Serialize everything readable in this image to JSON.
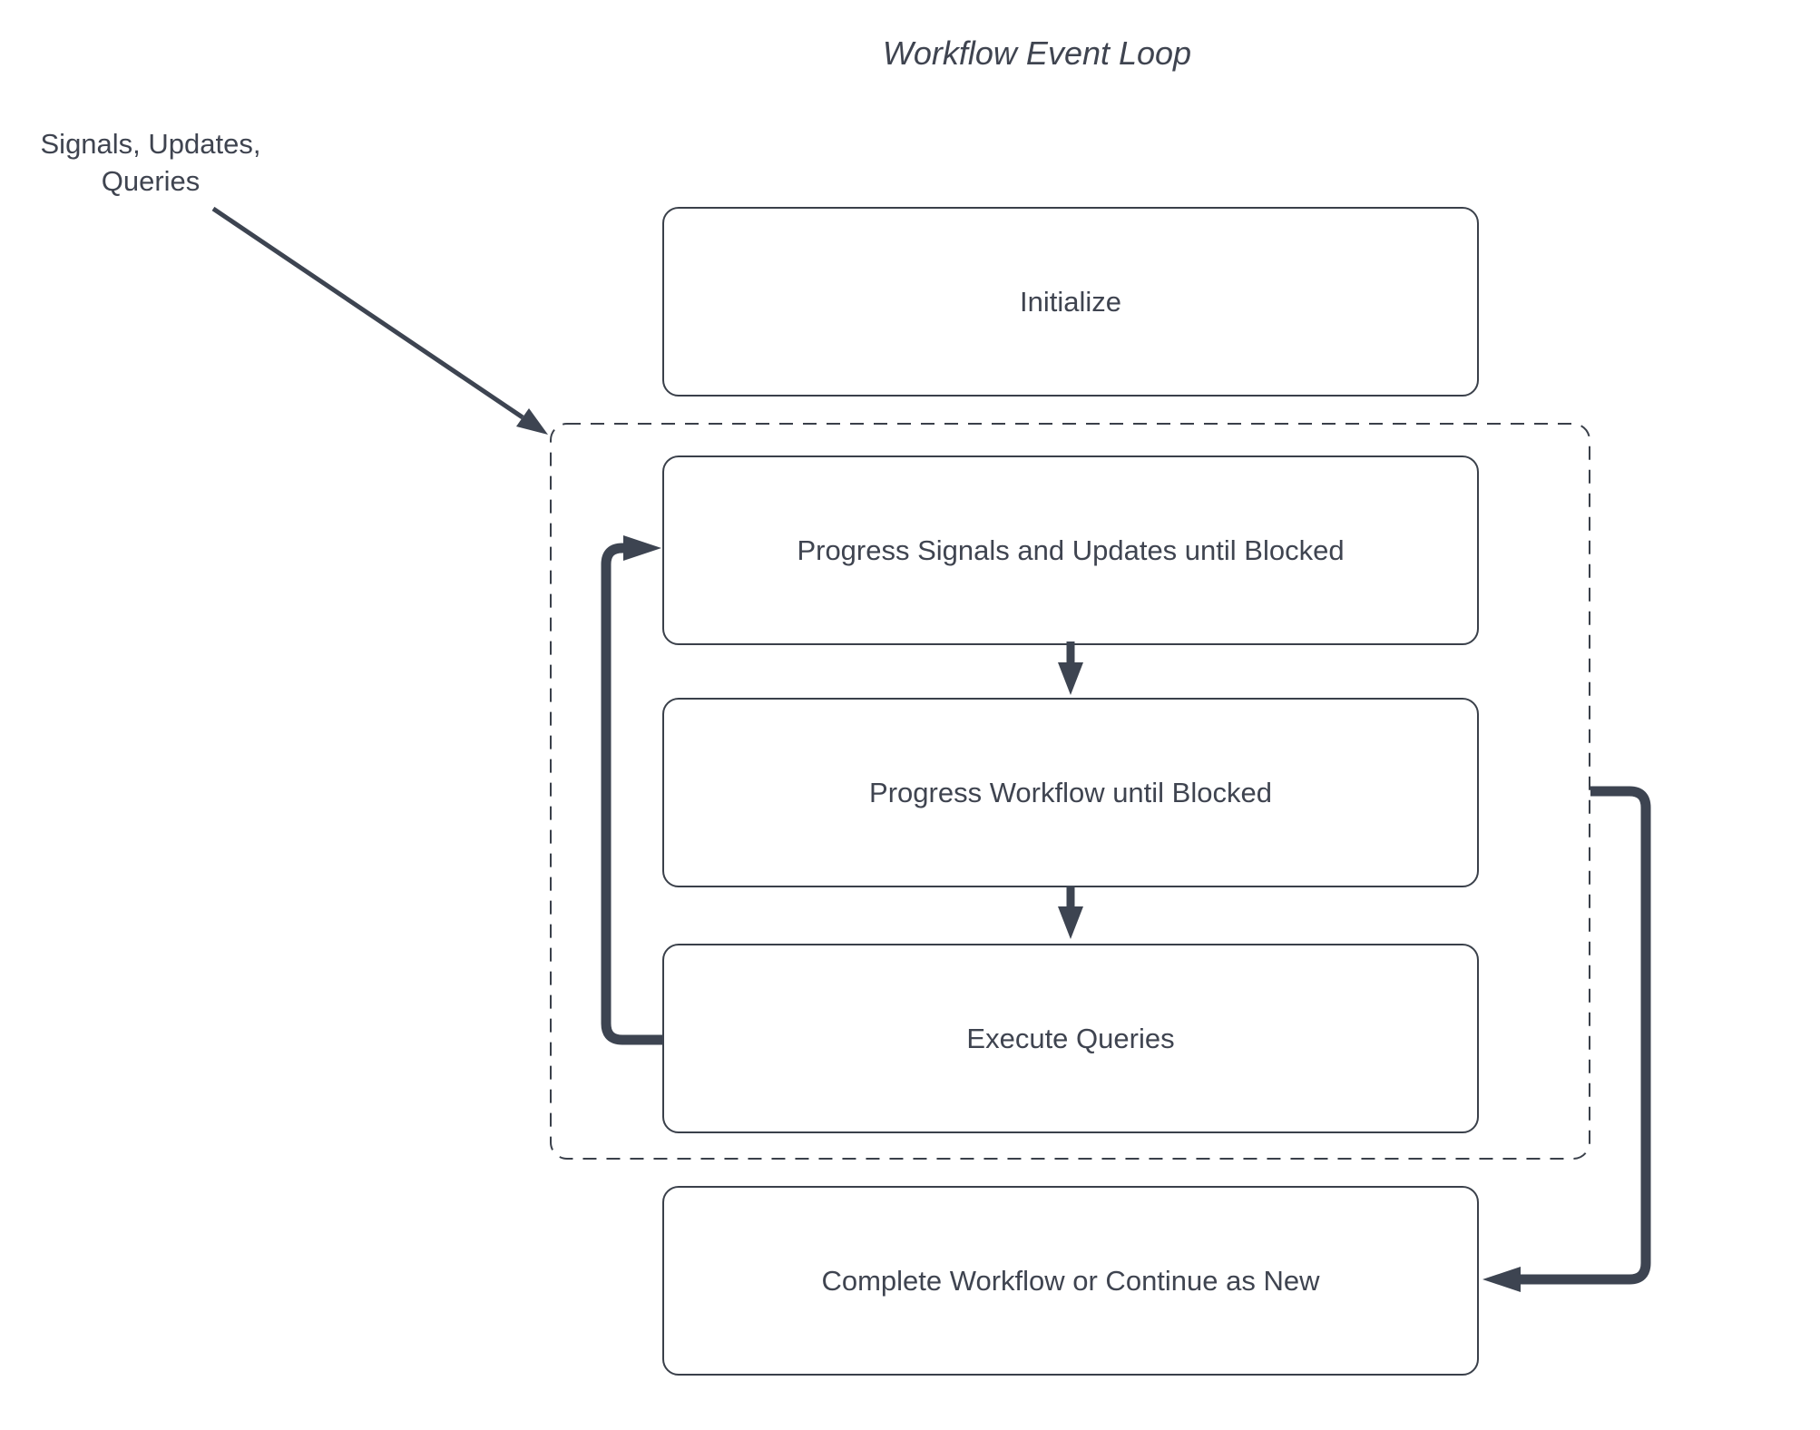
{
  "title": "Workflow Event Loop",
  "annotation": {
    "text": "Signals, Updates,\nQueries"
  },
  "nodes": [
    {
      "id": "initialize",
      "label": "Initialize"
    },
    {
      "id": "progress-signals-updates",
      "label": "Progress Signals and Updates until Blocked"
    },
    {
      "id": "progress-workflow",
      "label": "Progress Workflow until Blocked"
    },
    {
      "id": "execute-queries",
      "label": "Execute Queries"
    },
    {
      "id": "complete-or-continue",
      "label": "Complete Workflow or Continue as New"
    }
  ],
  "groups": [
    {
      "id": "event-loop-boundary",
      "style": "dashed",
      "contains": [
        "progress-signals-updates",
        "progress-workflow",
        "execute-queries"
      ]
    }
  ],
  "edges": [
    {
      "from": "annotation",
      "to": "event-loop-boundary",
      "style": "thin-diagonal"
    },
    {
      "from": "progress-signals-updates",
      "to": "progress-workflow",
      "style": "down"
    },
    {
      "from": "progress-workflow",
      "to": "execute-queries",
      "style": "down"
    },
    {
      "from": "execute-queries",
      "to": "progress-signals-updates",
      "style": "thick-loop-left"
    },
    {
      "from": "event-loop-boundary",
      "to": "complete-or-continue",
      "style": "thick-loop-right"
    }
  ],
  "colors": {
    "arrow": "#3d4451",
    "border": "#3a404a",
    "text": "#3f4450",
    "background": "#ffffff"
  }
}
